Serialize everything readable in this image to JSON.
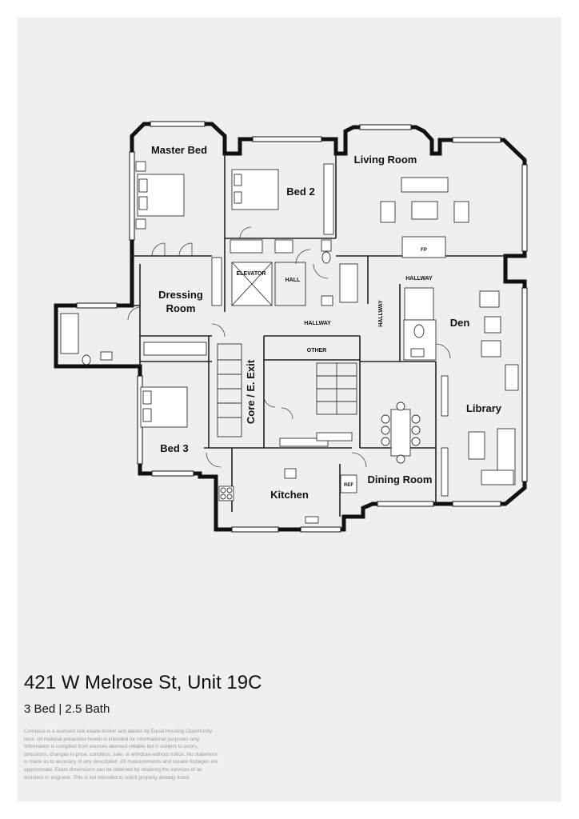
{
  "listing": {
    "address": "421 W Melrose St, Unit 19C",
    "summary": "3 Bed | 2.5 Bath",
    "disclaimer": "Compass is a licensed real estate broker and abides by Equal Housing Opportunity laws. All material presented herein is intended for informational purposes only. Information is compiled from sources deemed reliable but is subject to errors, omissions, changes in price, condition, sale, or withdraw without notice. No statement is made as to accuracy of any description. All measurements and square footages are approximate. Exact dimensions can be obtained by retaining the services of an architect or engineer. This is not intended to solicit property already listed."
  },
  "rooms": {
    "master_bed": "Master Bed",
    "bed2": "Bed 2",
    "living_room": "Living Room",
    "dressing_room_line1": "Dressing",
    "dressing_room_line2": "Room",
    "den": "Den",
    "library": "Library",
    "bed3": "Bed 3",
    "kitchen": "Kitchen",
    "dining_room": "Dining Room",
    "core_exit": "Core / E. Exit"
  },
  "labels": {
    "elevator": "ELEVATOR",
    "hall": "HALL",
    "hallway_main": "HALLWAY",
    "hallway_vertical": "HALLWAY",
    "hallway_upper": "HALLWAY",
    "other": "OTHER",
    "fp": "FP",
    "ref": "REF"
  },
  "colors": {
    "background": "#ffffff",
    "sheet": "#efefef",
    "wall": "#111111",
    "text": "#111111",
    "disclaimer": "#9a9a9a"
  }
}
